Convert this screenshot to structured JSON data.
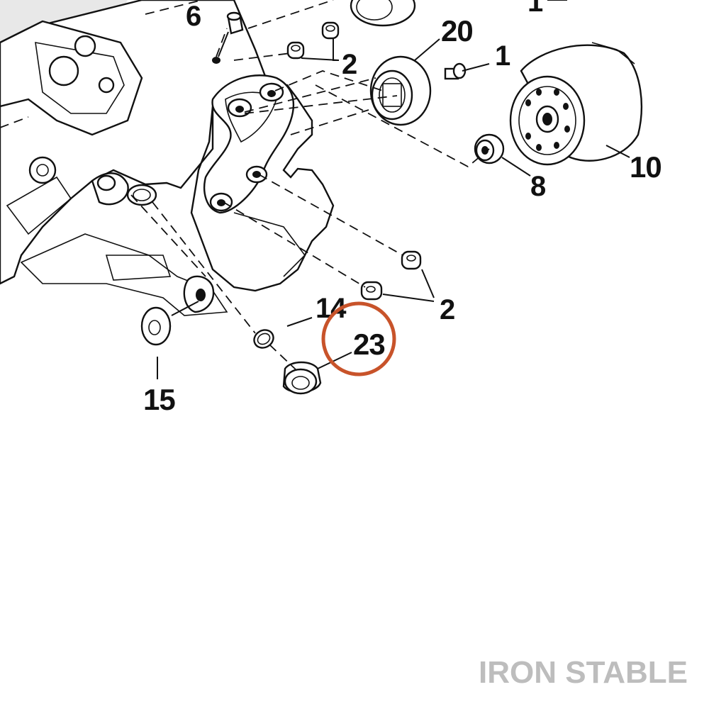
{
  "callouts": {
    "c1_top": "1",
    "c6": "6",
    "c2_top": "2",
    "c20": "20",
    "c1": "1",
    "c10": "10",
    "c8": "8",
    "c2_bottom": "2",
    "c14": "14",
    "c23": "23",
    "c15": "15"
  },
  "highlight": {
    "target": "23",
    "color": "#c8532a"
  },
  "brand": {
    "text": "IRON STABLE",
    "color": "#bdbdbd"
  }
}
